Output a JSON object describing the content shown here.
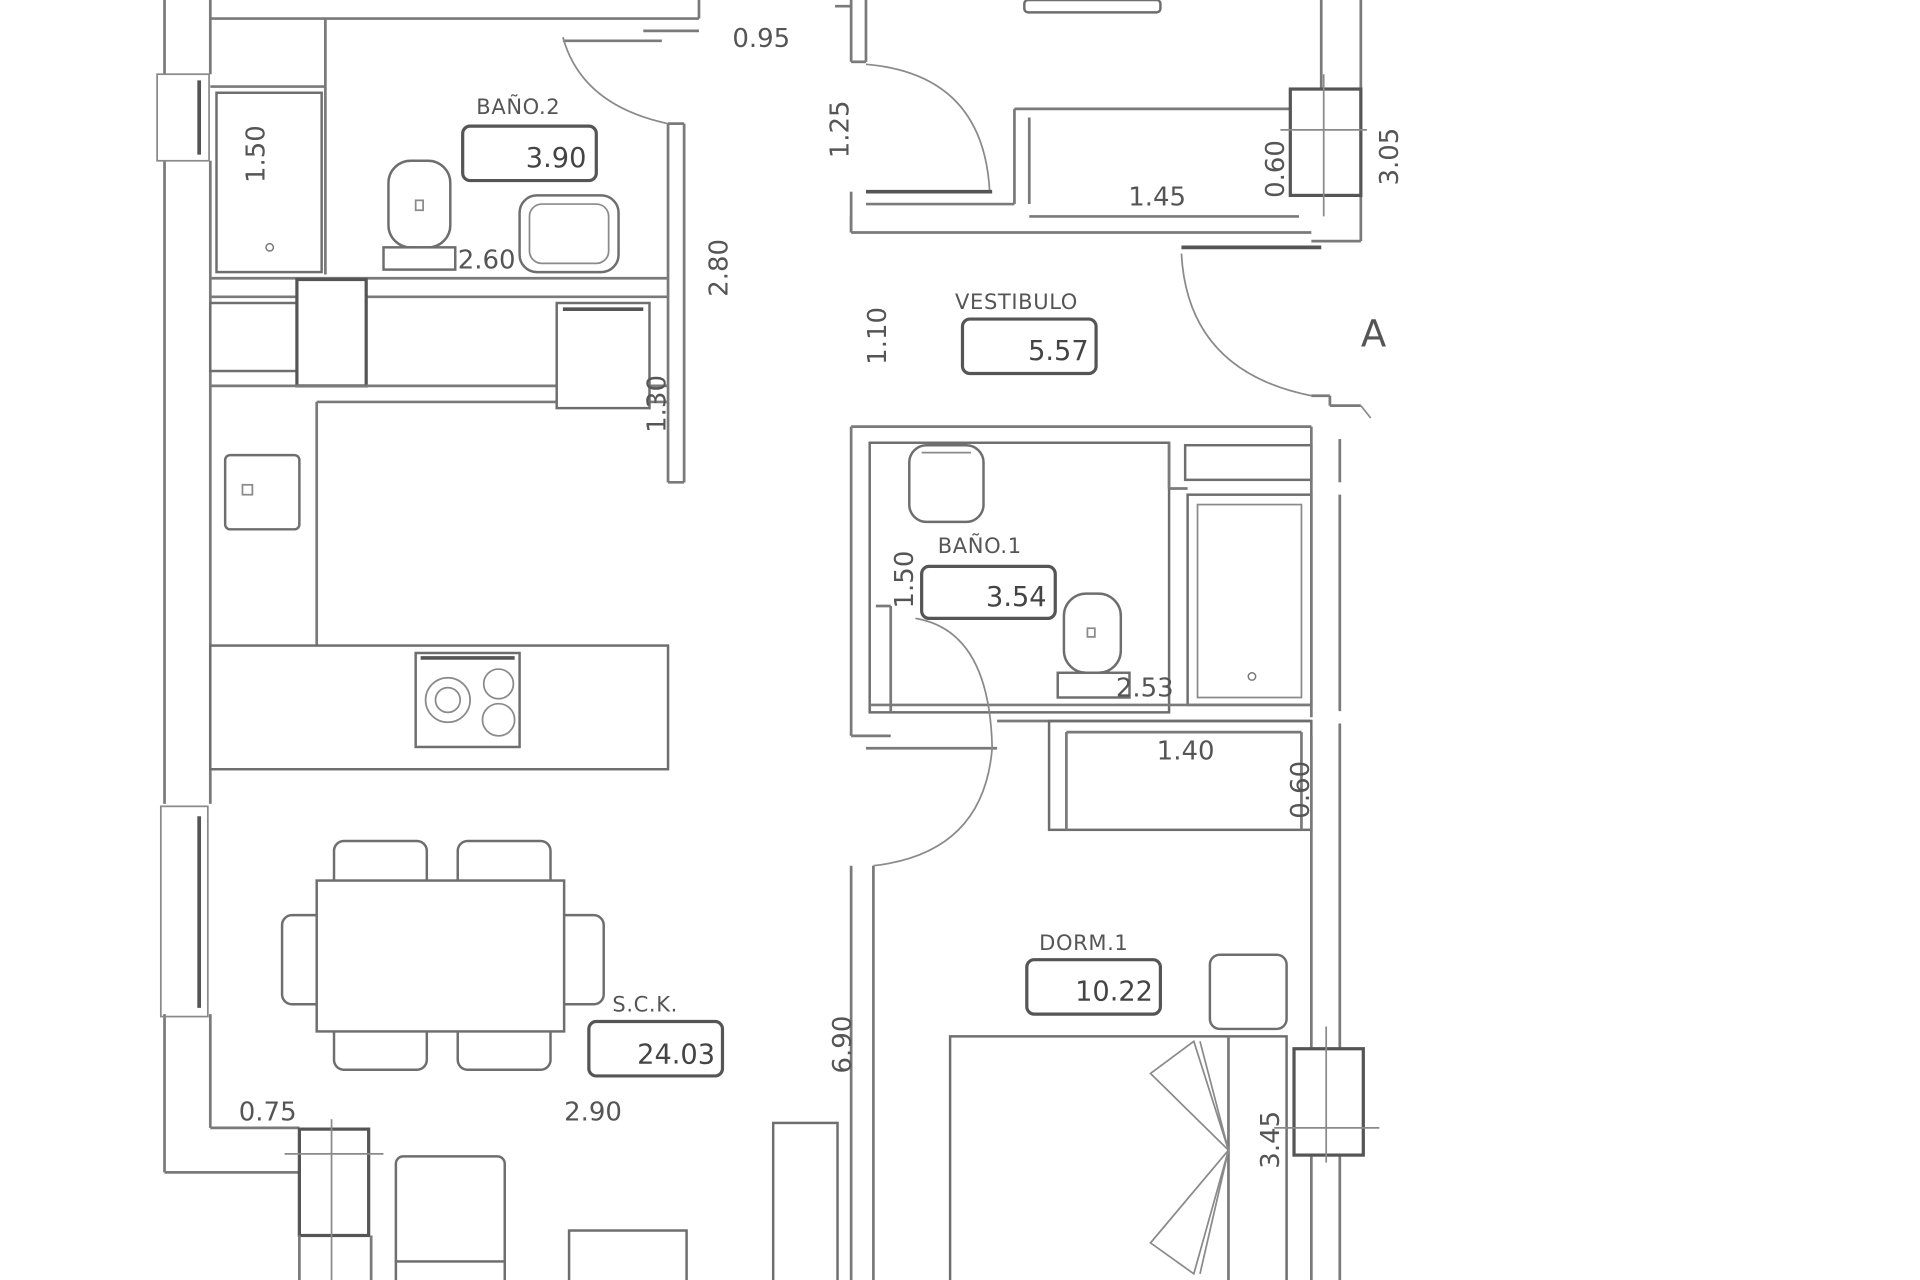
{
  "plan": {
    "rooms": [
      {
        "id": "bano2",
        "name": "BAÑO.2",
        "area": "3.90"
      },
      {
        "id": "vestibulo",
        "name": "VESTIBULO",
        "area": "5.57"
      },
      {
        "id": "bano1",
        "name": "BAÑO.1",
        "area": "3.54"
      },
      {
        "id": "dorm1",
        "name": "DORM.1",
        "area": "10.22"
      },
      {
        "id": "sck",
        "name": "S.C.K.",
        "area": "24.03"
      }
    ],
    "dimensions": {
      "d095": "0.95",
      "d125": "1.25",
      "d145": "1.45",
      "d060_top": "0.60",
      "d305": "3.05",
      "d150_bano2": "1.50",
      "d260": "2.60",
      "d280": "2.80",
      "d110": "1.10",
      "d130": "1.30",
      "d150_bano1": "1.50",
      "d253": "2.53",
      "d140": "1.40",
      "d060_mid": "0.60",
      "d690": "6.90",
      "d345": "3.45",
      "d075": "0.75",
      "d290": "2.90"
    },
    "section_marker": "A"
  }
}
